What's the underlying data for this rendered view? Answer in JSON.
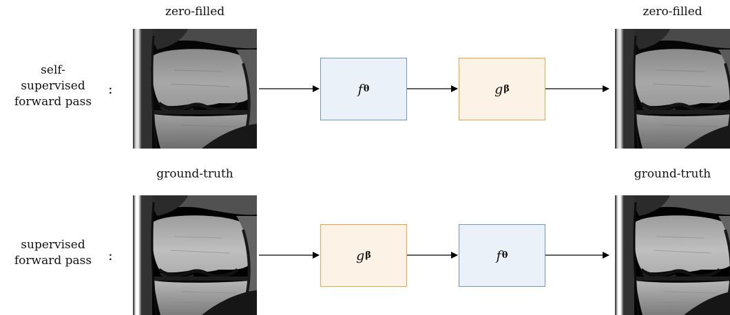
{
  "rows": [
    {
      "label": "self-supervised forward pass",
      "label_lines": [
        "self-",
        "supervised",
        "forward pass"
      ],
      "colon": ":",
      "input_caption": "zero-filled",
      "output_caption": "zero-filled",
      "blocks": [
        {
          "symbol": "f",
          "subscript": "θ",
          "kind": "f"
        },
        {
          "symbol": "g",
          "subscript": "β",
          "kind": "g"
        }
      ]
    },
    {
      "label": "supervised forward pass",
      "label_lines": [
        "supervised",
        "forward pass"
      ],
      "colon": ":",
      "input_caption": "ground-truth",
      "output_caption": "ground-truth",
      "blocks": [
        {
          "symbol": "g",
          "subscript": "β",
          "kind": "g"
        },
        {
          "symbol": "f",
          "subscript": "θ",
          "kind": "f"
        }
      ]
    }
  ],
  "colors": {
    "f_fill": "#ebf1f8",
    "f_border": "#6f95c6",
    "g_fill": "#fdf2e6",
    "g_border": "#f0a04a",
    "arrow": "#000000"
  },
  "images": {
    "row1": "knee-mri-zero-filled",
    "row2": "knee-mri-ground-truth"
  }
}
